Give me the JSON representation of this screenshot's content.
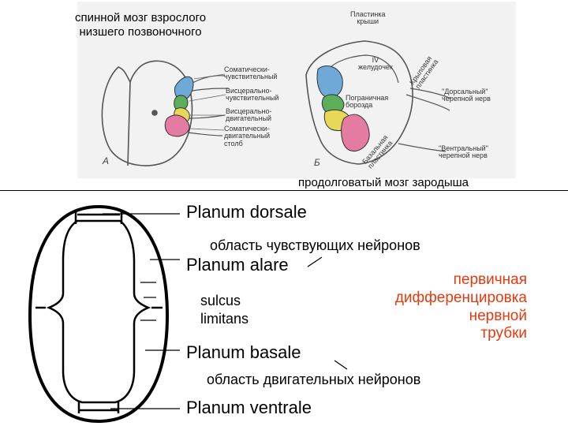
{
  "top_panel": {
    "caption_adult": "спинной мозг взрослого\nнизшего позвоночного",
    "caption_embryo": "продолговатый мозг зародыша",
    "panel_a_label": "А",
    "panel_b_label": "Б",
    "fig_a_labels": [
      "Соматически-\nчувствительный",
      "Висцерально-\nчувствительный",
      "Висцерально-\nдвигательный",
      "Соматически-\nдвигательный\nстолб"
    ],
    "fig_b_labels": {
      "roof": "Пластинка\nкрыши",
      "ventricle": "IV\nжелудочек",
      "sulcus": "Пограничная\nборозда",
      "alar": "Крыловая\nпластинка",
      "basal": "Базальная\nпластинка",
      "dorsal_nerve": "\"Дорсальный\"\nчерепной нерв",
      "ventral_nerve": "\"Вентральный\"\nчерепной нерв"
    },
    "colors": {
      "somatic_sensory": "#6fa9d8",
      "visceral_sensory": "#5cae5a",
      "visceral_motor": "#e8d857",
      "somatic_motor": "#e37ba3"
    }
  },
  "bottom_panel": {
    "planum_dorsale": "Planum dorsale",
    "sensory_area": "область чувствующих нейронов",
    "planum_alare": "Planum alare",
    "sulcus": "sulcus\nlimitans",
    "primary": "первичная\nдифференцировка\nнервной\nтрубки",
    "planum_basale": "Planum basale",
    "motor_area": "область двигательных нейронов",
    "planum_ventrale": "Planum ventrale",
    "accent_color": "#e8380d"
  }
}
